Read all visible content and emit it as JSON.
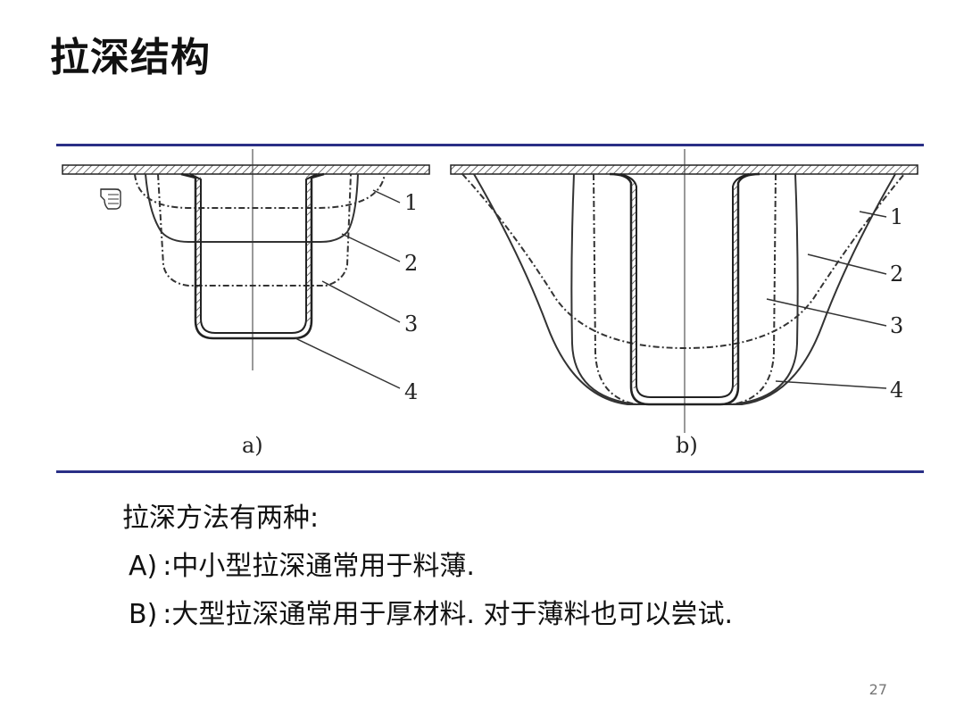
{
  "title": "拉深结构",
  "figure": {
    "panel_a": {
      "label": "a)",
      "callouts": [
        "1",
        "2",
        "3",
        "4"
      ]
    },
    "panel_b": {
      "label": "b)",
      "callouts": [
        "1",
        "2",
        "3",
        "4"
      ]
    }
  },
  "body": {
    "intro": "拉深方法有两种:",
    "item_a": {
      "marker": "A)",
      "text": ":中小型拉深通常用于料薄."
    },
    "item_b": {
      "marker": "B)",
      "text": ":大型拉深通常用于厚材料. 对于薄料也可以尝试."
    }
  },
  "page_number": "27"
}
